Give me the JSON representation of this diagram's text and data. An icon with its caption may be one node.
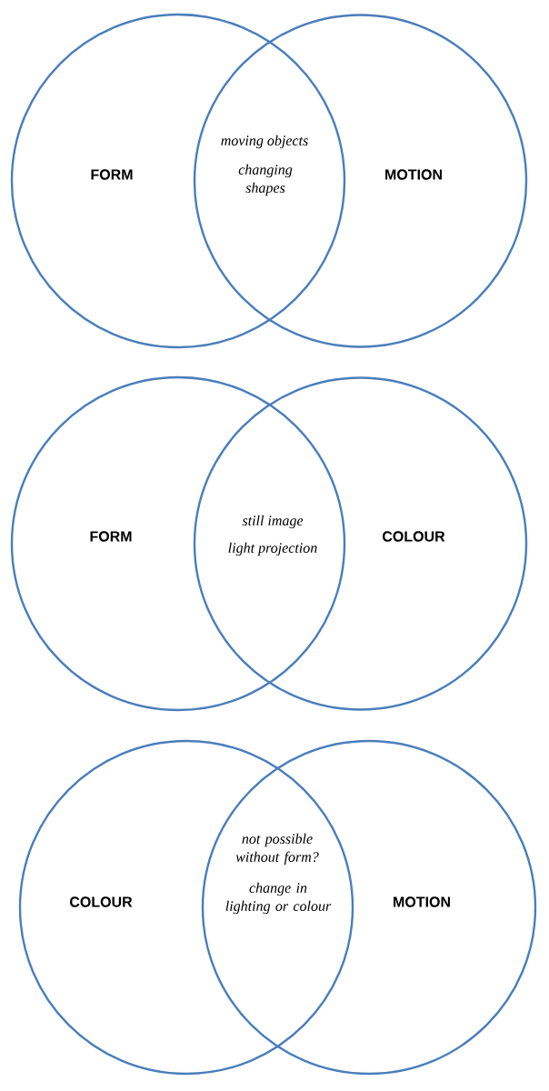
{
  "diagram": {
    "nodes": [
      {
        "text": [
          "FORM"
        ]
      },
      {
        "text": [
          "MOTION"
        ]
      },
      {
        "text": [
          "FORM"
        ]
      },
      {
        "text": [
          "COLOUR"
        ]
      },
      {
        "text": [
          "COLOUR"
        ]
      },
      {
        "text": [
          "MOTION"
        ]
      }
    ],
    "labels": [
      "moving objects",
      "changing shapes",
      "still image",
      "light projection",
      "not possible without form?",
      "change in lighting or colour"
    ]
  }
}
